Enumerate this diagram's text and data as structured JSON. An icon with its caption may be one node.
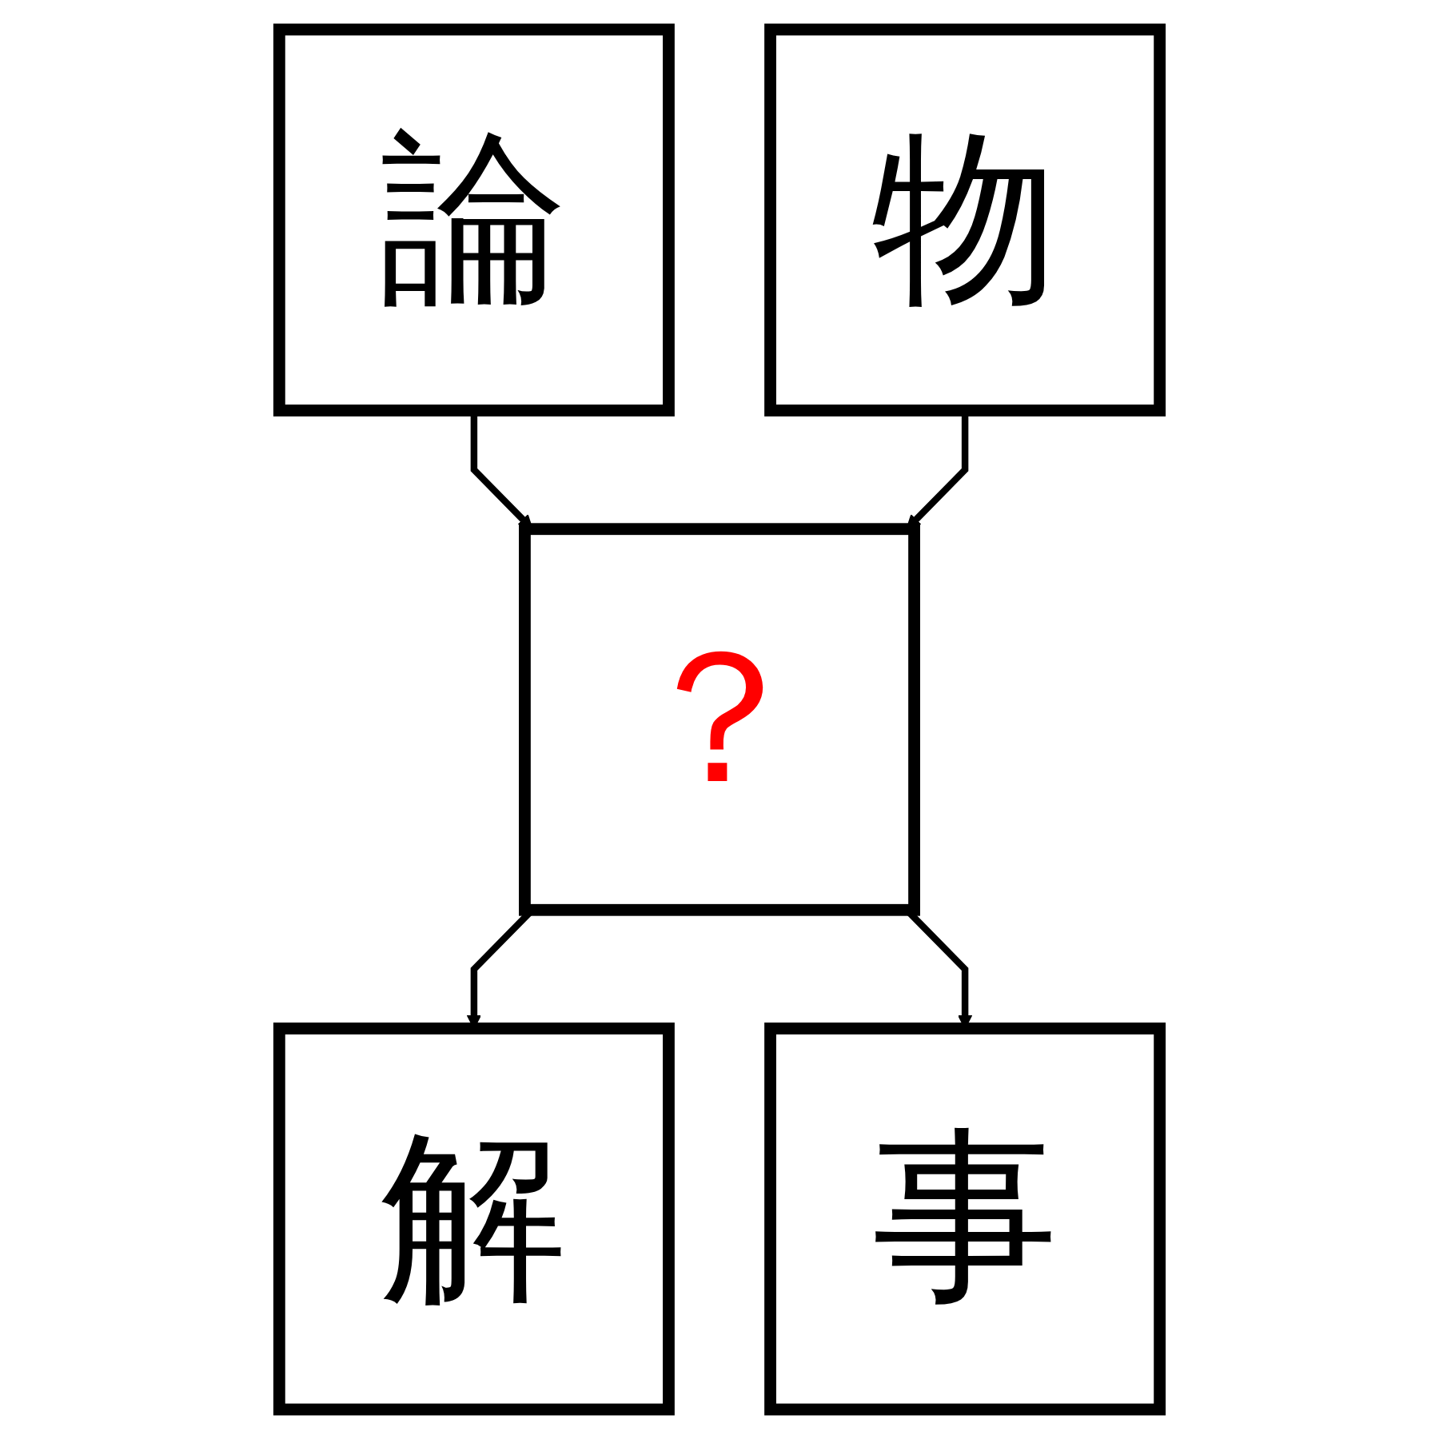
{
  "diagram": {
    "nodes": [
      {
        "text": [
          "論"
        ]
      },
      {
        "text": [
          "物"
        ]
      },
      {
        "text": [
          "？"
        ]
      },
      {
        "text": [
          "解"
        ]
      },
      {
        "text": [
          "事"
        ]
      }
    ],
    "edges": [
      {
        "from": 0,
        "to": 2,
        "arrow": "to"
      },
      {
        "from": 1,
        "to": 2,
        "arrow": "to"
      },
      {
        "from": 2,
        "to": 3,
        "arrow": "to"
      },
      {
        "from": 2,
        "to": 4,
        "arrow": "to"
      }
    ]
  }
}
